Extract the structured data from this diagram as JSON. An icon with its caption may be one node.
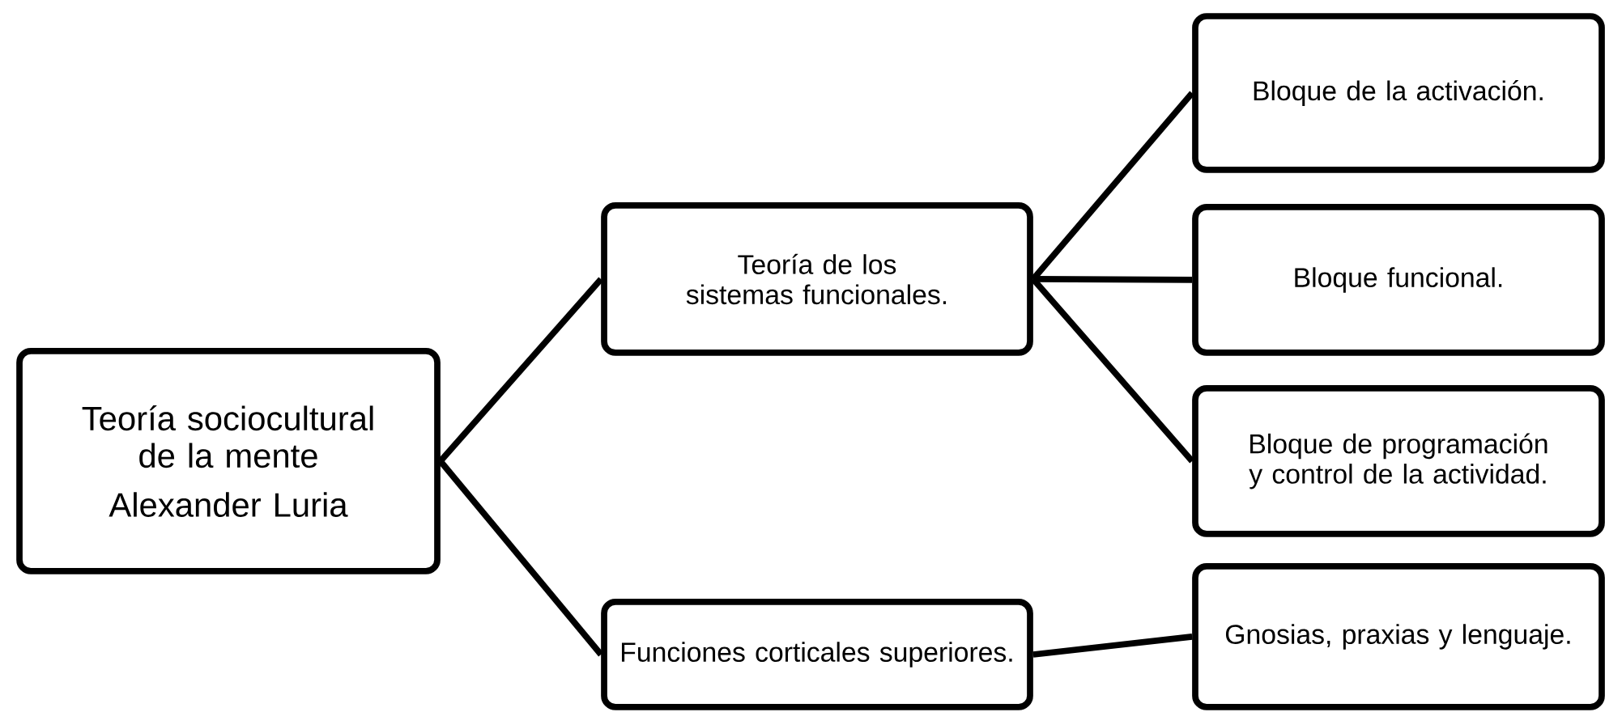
{
  "diagram": {
    "nodes": [
      {
        "text": [
          "Teoría sociocultural de la mente",
          "Alexander Luria"
        ]
      },
      {
        "text": [
          "Teoría de los sistemas funcionales."
        ]
      },
      {
        "text": [
          "Funciones corticales superiores."
        ]
      },
      {
        "text": [
          "Bloque de la activación."
        ]
      },
      {
        "text": [
          "Bloque funcional."
        ]
      },
      {
        "text": [
          "Bloque de programación y control de la actividad."
        ]
      },
      {
        "text": [
          "Gnosias, praxias y lenguaje."
        ]
      }
    ],
    "edges": [
      {
        "from": 0,
        "to": 1,
        "arrow": "none"
      },
      {
        "from": 0,
        "to": 2,
        "arrow": "none"
      },
      {
        "from": 1,
        "to": 3,
        "arrow": "none"
      },
      {
        "from": 1,
        "to": 4,
        "arrow": "none"
      },
      {
        "from": 1,
        "to": 5,
        "arrow": "none"
      },
      {
        "from": 2,
        "to": 6,
        "arrow": "none"
      }
    ]
  }
}
